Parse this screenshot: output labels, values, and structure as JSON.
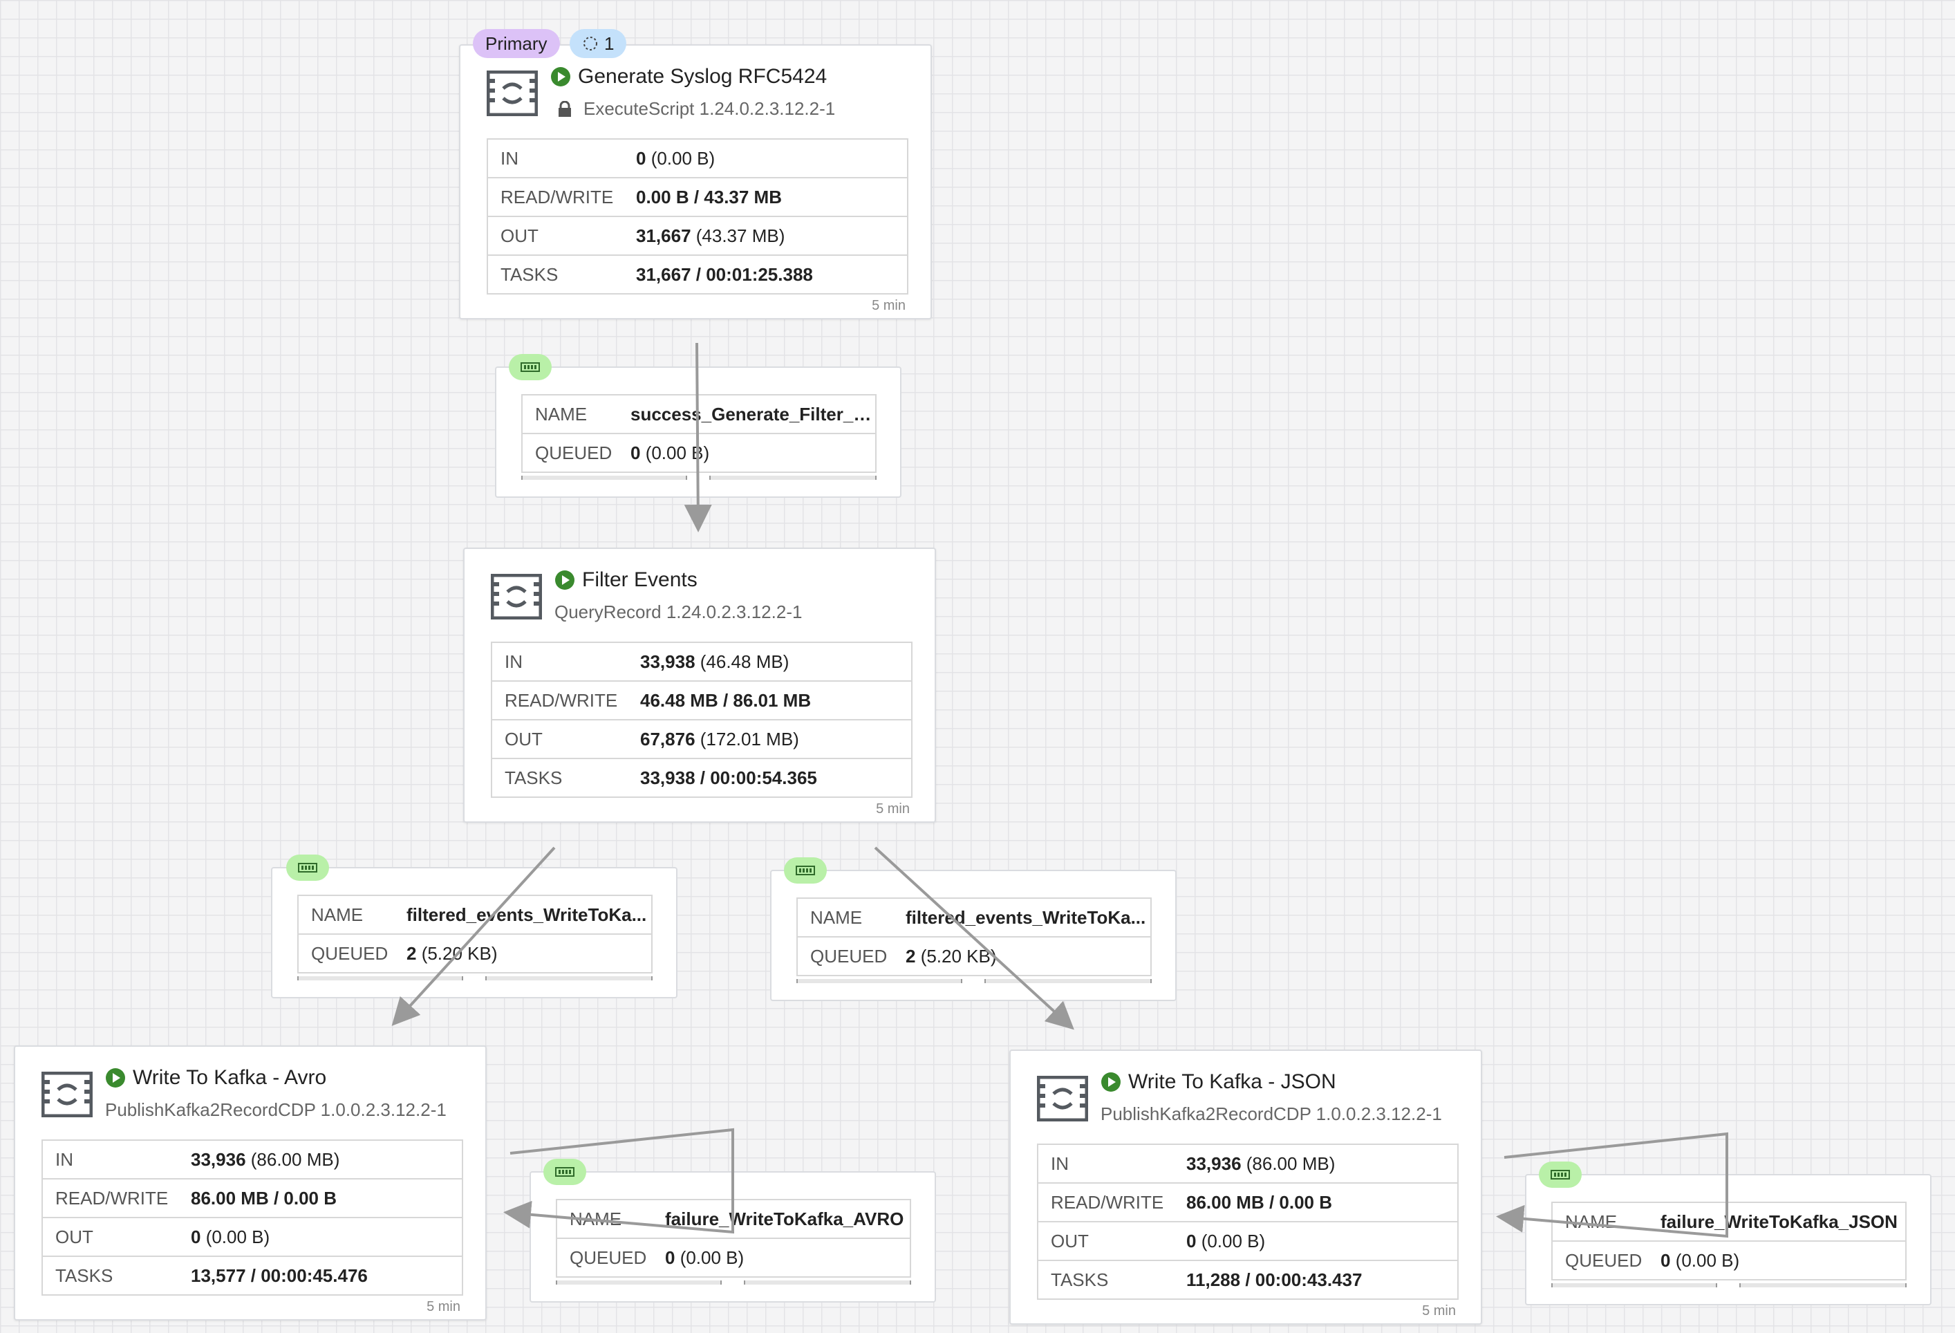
{
  "processors": [
    {
      "title": "Generate Syslog RFC5424",
      "type": "ExecuteScript 1.24.0.2.3.12.2-1",
      "locked": true,
      "stats": [
        {
          "label": "IN",
          "bold": "0",
          "rest": " (0.00 B)"
        },
        {
          "label": "READ/WRITE",
          "bold": "0.00 B / 43.37 MB",
          "rest": ""
        },
        {
          "label": "OUT",
          "bold": "31,667",
          "rest": " (43.37 MB)"
        },
        {
          "label": "TASKS",
          "bold": "31,667 / 00:01:25.388",
          "rest": ""
        }
      ],
      "window": "5 min"
    },
    {
      "title": "Filter Events",
      "type": "QueryRecord 1.24.0.2.3.12.2-1",
      "locked": false,
      "stats": [
        {
          "label": "IN",
          "bold": "33,938",
          "rest": " (46.48 MB)"
        },
        {
          "label": "READ/WRITE",
          "bold": "46.48 MB / 86.01 MB",
          "rest": ""
        },
        {
          "label": "OUT",
          "bold": "67,876",
          "rest": " (172.01 MB)"
        },
        {
          "label": "TASKS",
          "bold": "33,938 / 00:00:54.365",
          "rest": ""
        }
      ],
      "window": "5 min"
    },
    {
      "title": "Write To Kafka - Avro",
      "type": "PublishKafka2RecordCDP 1.0.0.2.3.12.2-1",
      "locked": false,
      "stats": [
        {
          "label": "IN",
          "bold": "33,936",
          "rest": " (86.00 MB)"
        },
        {
          "label": "READ/WRITE",
          "bold": "86.00 MB / 0.00 B",
          "rest": ""
        },
        {
          "label": "OUT",
          "bold": "0",
          "rest": " (0.00 B)"
        },
        {
          "label": "TASKS",
          "bold": "13,577 / 00:00:45.476",
          "rest": ""
        }
      ],
      "window": "5 min"
    },
    {
      "title": "Write To Kafka - JSON",
      "type": "PublishKafka2RecordCDP 1.0.0.2.3.12.2-1",
      "locked": false,
      "stats": [
        {
          "label": "IN",
          "bold": "33,936",
          "rest": " (86.00 MB)"
        },
        {
          "label": "READ/WRITE",
          "bold": "86.00 MB / 0.00 B",
          "rest": ""
        },
        {
          "label": "OUT",
          "bold": "0",
          "rest": " (0.00 B)"
        },
        {
          "label": "TASKS",
          "bold": "11,288 / 00:00:43.437",
          "rest": ""
        }
      ],
      "window": "5 min"
    }
  ],
  "connections": [
    {
      "name_label": "NAME",
      "name": "success_Generate_Filter_E...",
      "queued_label": "QUEUED",
      "queued_bold": "0",
      "queued_rest": " (0.00 B)"
    },
    {
      "name_label": "NAME",
      "name": "filtered_events_WriteToKa...",
      "queued_label": "QUEUED",
      "queued_bold": "2",
      "queued_rest": " (5.20 KB)"
    },
    {
      "name_label": "NAME",
      "name": "filtered_events_WriteToKa...",
      "queued_label": "QUEUED",
      "queued_bold": "2",
      "queued_rest": " (5.20 KB)"
    },
    {
      "name_label": "NAME",
      "name": "failure_WriteToKafka_AVRO",
      "queued_label": "QUEUED",
      "queued_bold": "0",
      "queued_rest": " (0.00 B)"
    },
    {
      "name_label": "NAME",
      "name": "failure_WriteToKafka_JSON",
      "queued_label": "QUEUED",
      "queued_bold": "0",
      "queued_rest": " (0.00 B)"
    }
  ],
  "badges": {
    "primary": "Primary",
    "threads": "1"
  },
  "colors": {
    "running": "#3a8a2e",
    "icon": "#555a60",
    "connection_badge": "#b9f0a8",
    "primary_badge": "#dcc2f7",
    "threads_badge": "#c4e1fb",
    "edge": "#9a9a9a"
  },
  "icons": {
    "processor": "processor-icon",
    "running": "play-circle-icon",
    "lock": "lock-icon",
    "connection": "queue-icon",
    "threads": "spinner-icon"
  }
}
